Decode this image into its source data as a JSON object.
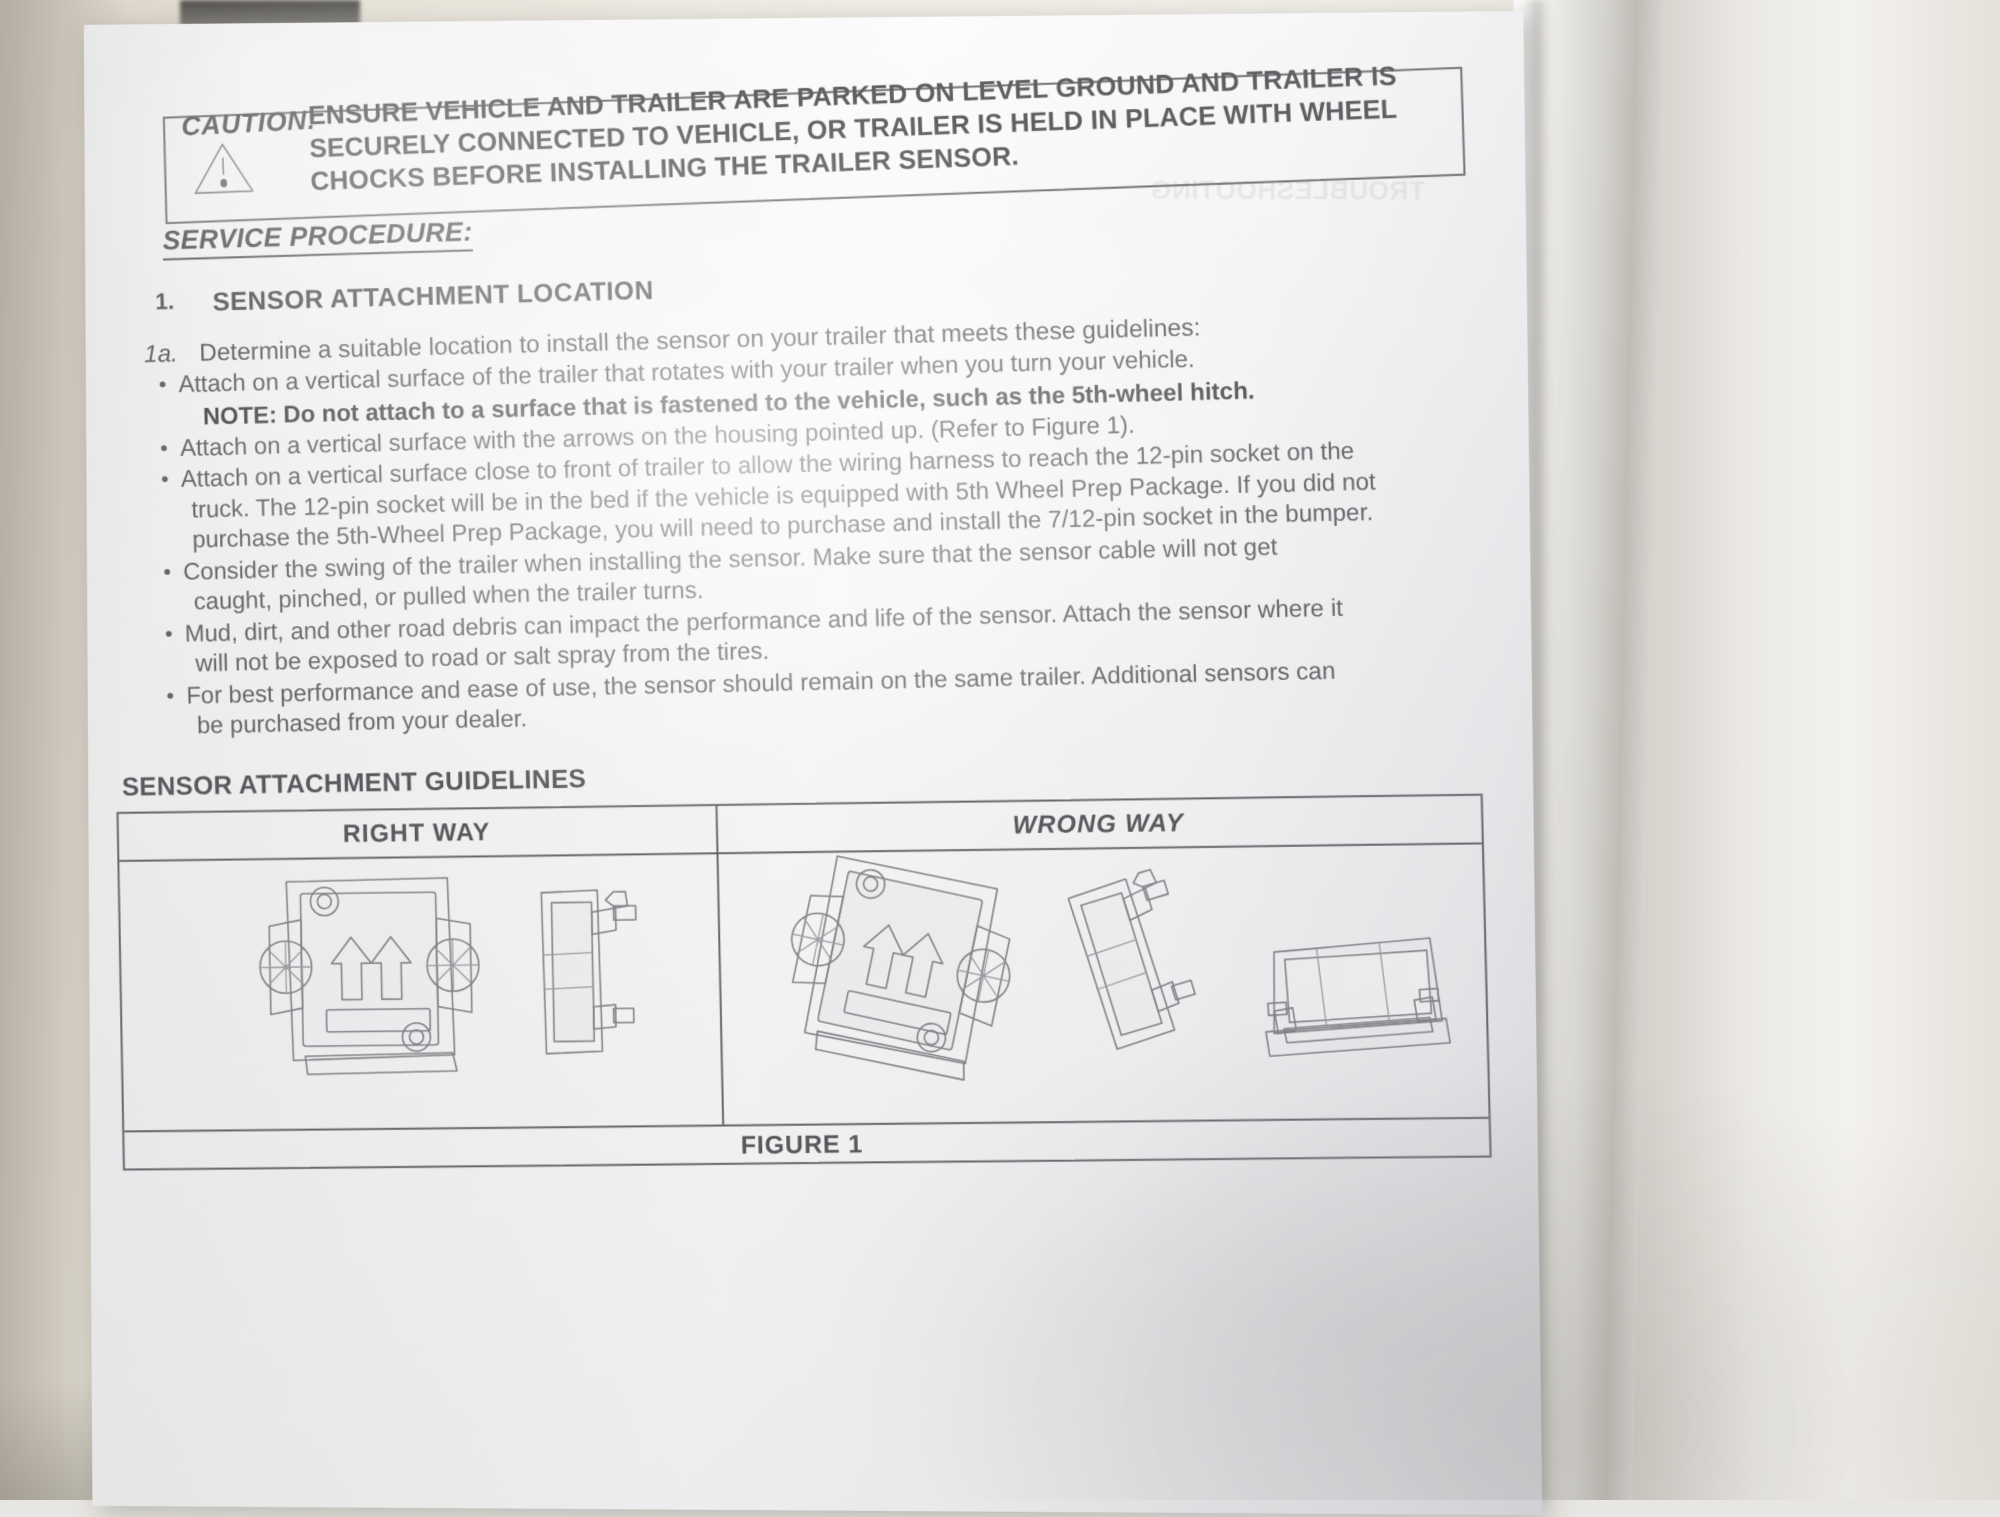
{
  "caution": {
    "label": "CAUTION:",
    "icon": "warning-triangle-icon",
    "lines": [
      "ENSURE VEHICLE AND TRAILER ARE PARKED ON LEVEL GROUND AND TRAILER IS",
      "SECURELY CONNECTED TO VEHICLE, OR TRAILER IS HELD IN PLACE WITH WHEEL",
      "CHOCKS BEFORE INSTALLING THE TRAILER SENSOR."
    ]
  },
  "service_procedure": {
    "heading": "SERVICE PROCEDURE:",
    "step_number": "1.",
    "step_title": "SENSOR ATTACHMENT LOCATION",
    "substep_label": "1a.",
    "substep_text": "Determine a suitable location to install the sensor on your trailer that meets these guidelines:",
    "bullets": [
      {
        "line1": "Attach on a vertical surface of the trailer that rotates with your trailer when you turn your vehicle.",
        "note": "NOTE:  Do not attach to a surface that is fastened to the vehicle, such as the 5th-wheel hitch."
      },
      {
        "line1": "Attach on a vertical surface with the arrows on the housing pointed up. (Refer to Figure 1)."
      },
      {
        "line1": "Attach on a vertical surface close to front of trailer to allow the wiring harness to reach the 12-pin socket on the",
        "line2": "truck. The 12-pin socket will be in the bed if the vehicle is equipped with 5th Wheel Prep Package. If you did not",
        "line3": "purchase the 5th-Wheel Prep Package, you will need to purchase and install the 7/12-pin socket in the bumper."
      },
      {
        "line1": "Consider the swing of the trailer when installing the sensor. Make sure that the sensor cable will not get",
        "line2": "caught, pinched, or pulled when the trailer turns."
      },
      {
        "line1": "Mud, dirt, and other road debris can impact the performance and life of the sensor. Attach the sensor where it",
        "line2": "will not be exposed to road or salt spray from the tires."
      },
      {
        "line1": "For best performance and ease of use, the sensor should remain on the same trailer. Additional sensors can",
        "line2": "be purchased from your dealer."
      }
    ]
  },
  "guidelines_table": {
    "heading": "SENSOR ATTACHMENT GUIDELINES",
    "columns": [
      {
        "header": "RIGHT WAY",
        "illustrations": [
          "sensor-front-view-arrows-up",
          "sensor-side-view-upright"
        ]
      },
      {
        "header": "WRONG WAY",
        "illustrations": [
          "sensor-front-view-tilted",
          "sensor-side-view-tilted",
          "sensor-side-view-horizontal"
        ]
      }
    ],
    "caption": "FIGURE 1"
  },
  "bleed_through_text": "TROUBLESHOOTING"
}
